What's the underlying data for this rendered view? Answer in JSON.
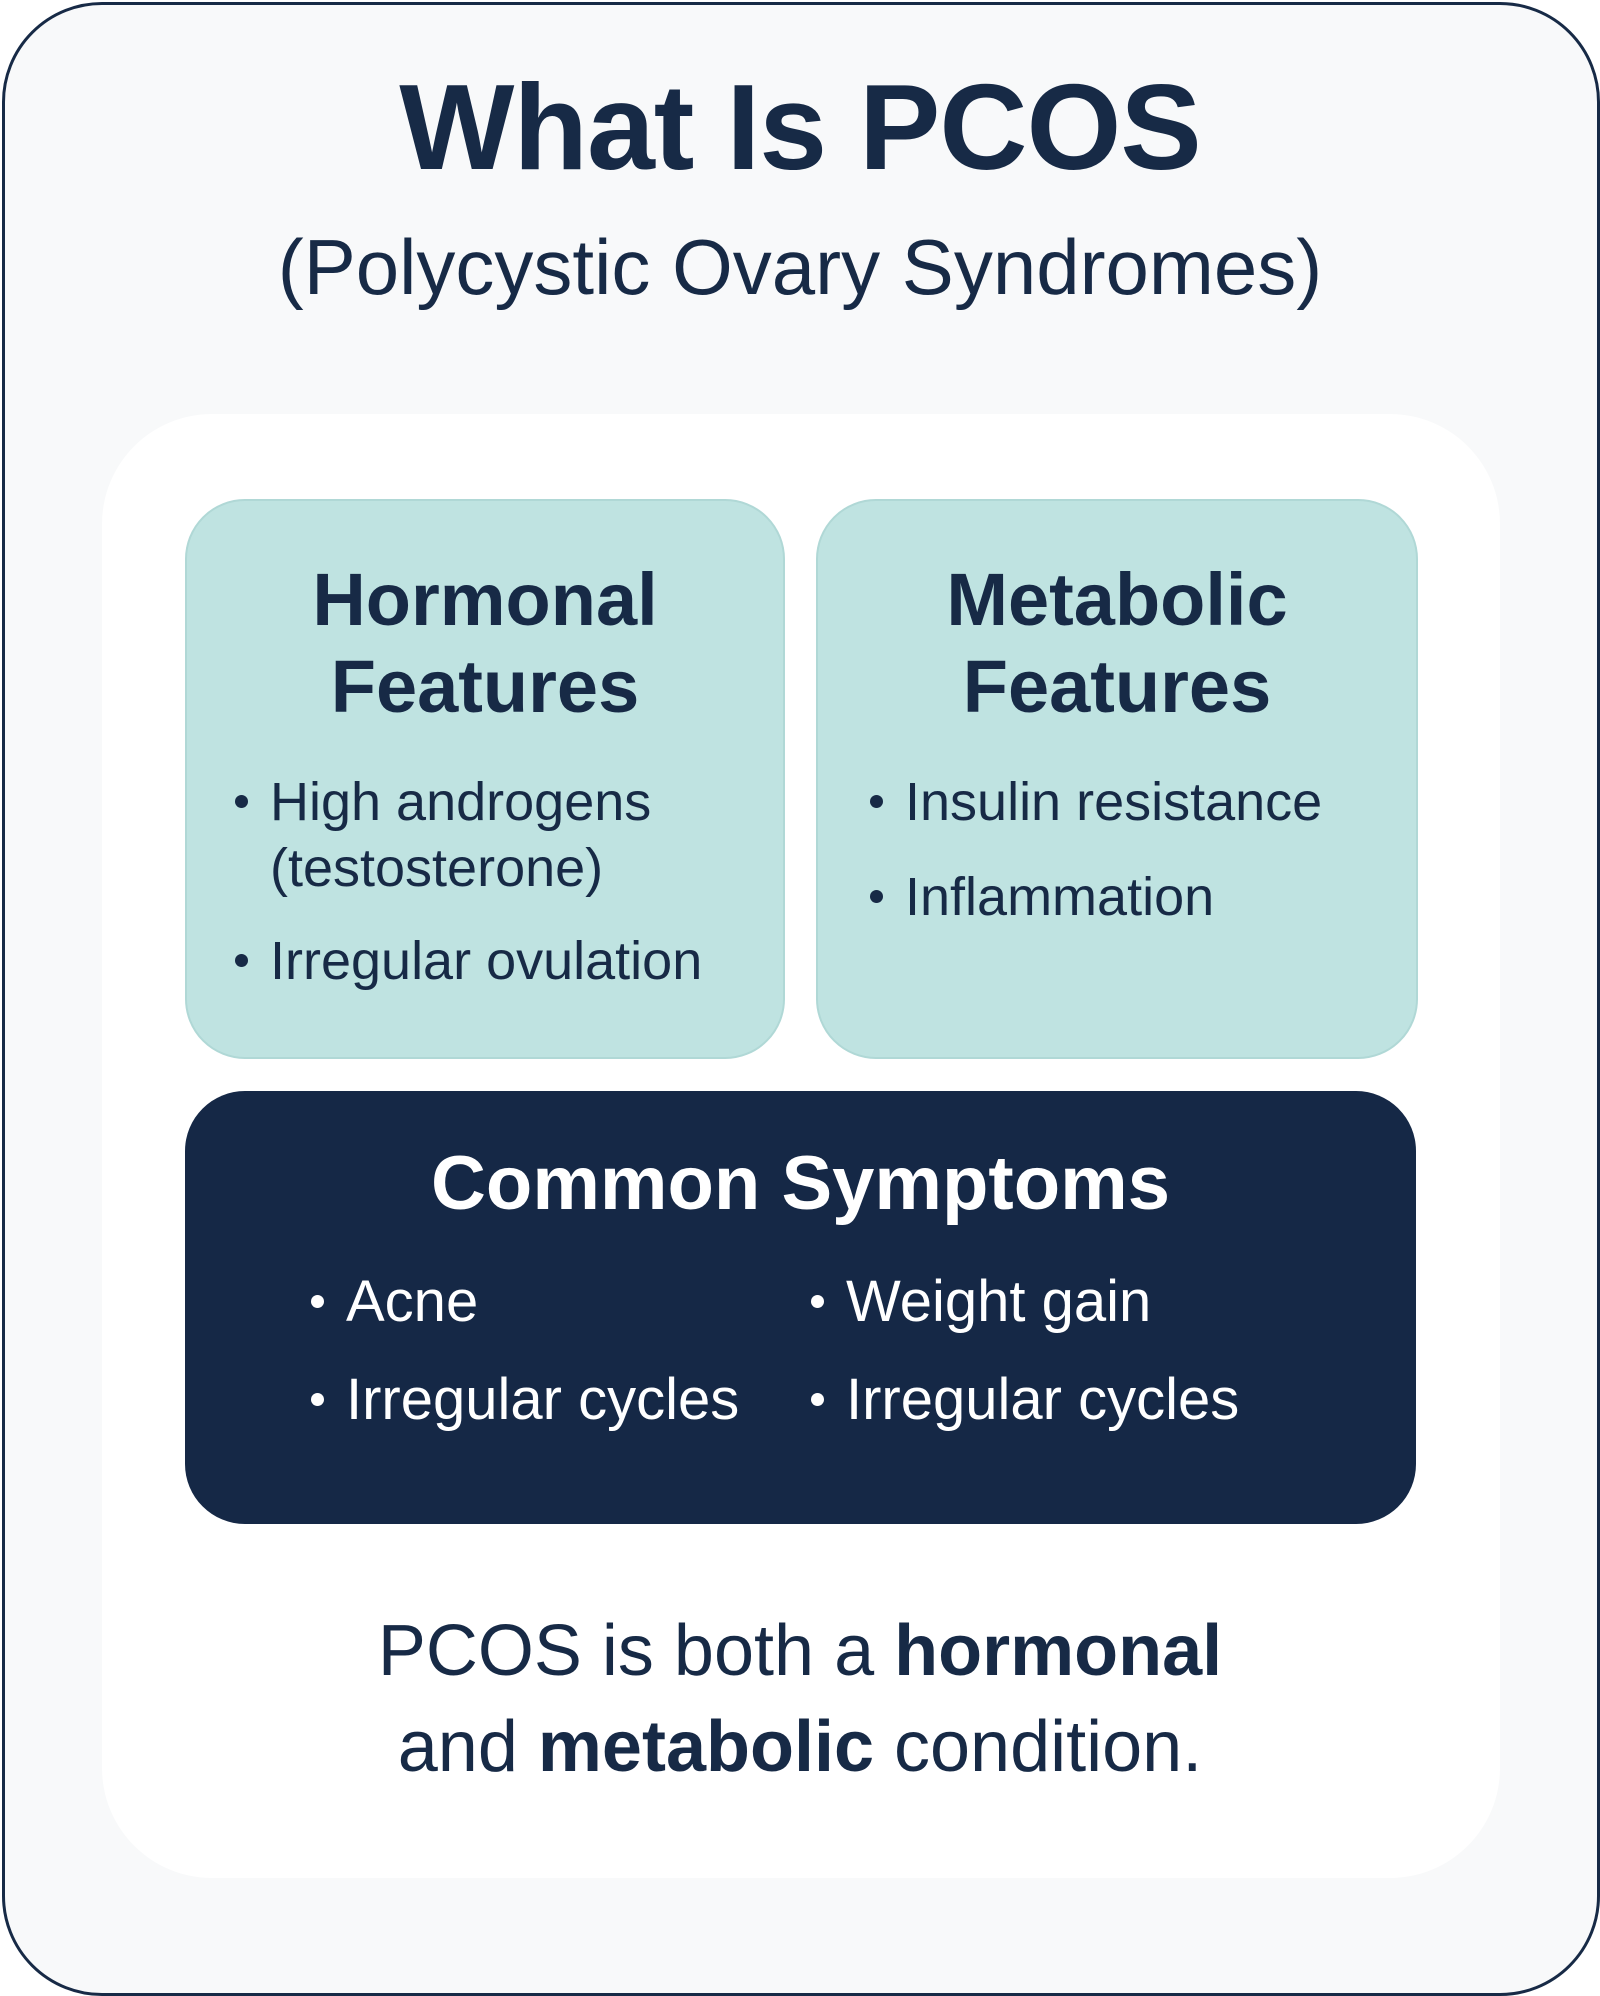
{
  "header": {
    "title": "What Is PCOS",
    "subtitle": "(Polycystic Ovary Syndromes)"
  },
  "hormonal": {
    "heading_line1": "Hormonal",
    "heading_line2": "Features",
    "bullets": [
      {
        "line1": "High androgens",
        "line2": "(testosterone)"
      },
      {
        "line1": "Irregular ovulation"
      }
    ]
  },
  "metabolic": {
    "heading_line1": "Metabolic",
    "heading_line2": "Features",
    "bullets": [
      "Insulin resistance",
      "Inflammation"
    ]
  },
  "symptoms": {
    "heading": "Common Symptoms",
    "items": [
      "Acne",
      "Weight gain",
      "Irregular cycles",
      "Irregular cycles"
    ]
  },
  "summary": {
    "part1": "PCOS is both a ",
    "bold1": "hormonal",
    "part2": "and ",
    "bold2": "metabolic",
    "part3": " condition."
  },
  "colors": {
    "navy": "#172a46",
    "teal": "#bfe3e1",
    "background": "#f8f9fa"
  }
}
